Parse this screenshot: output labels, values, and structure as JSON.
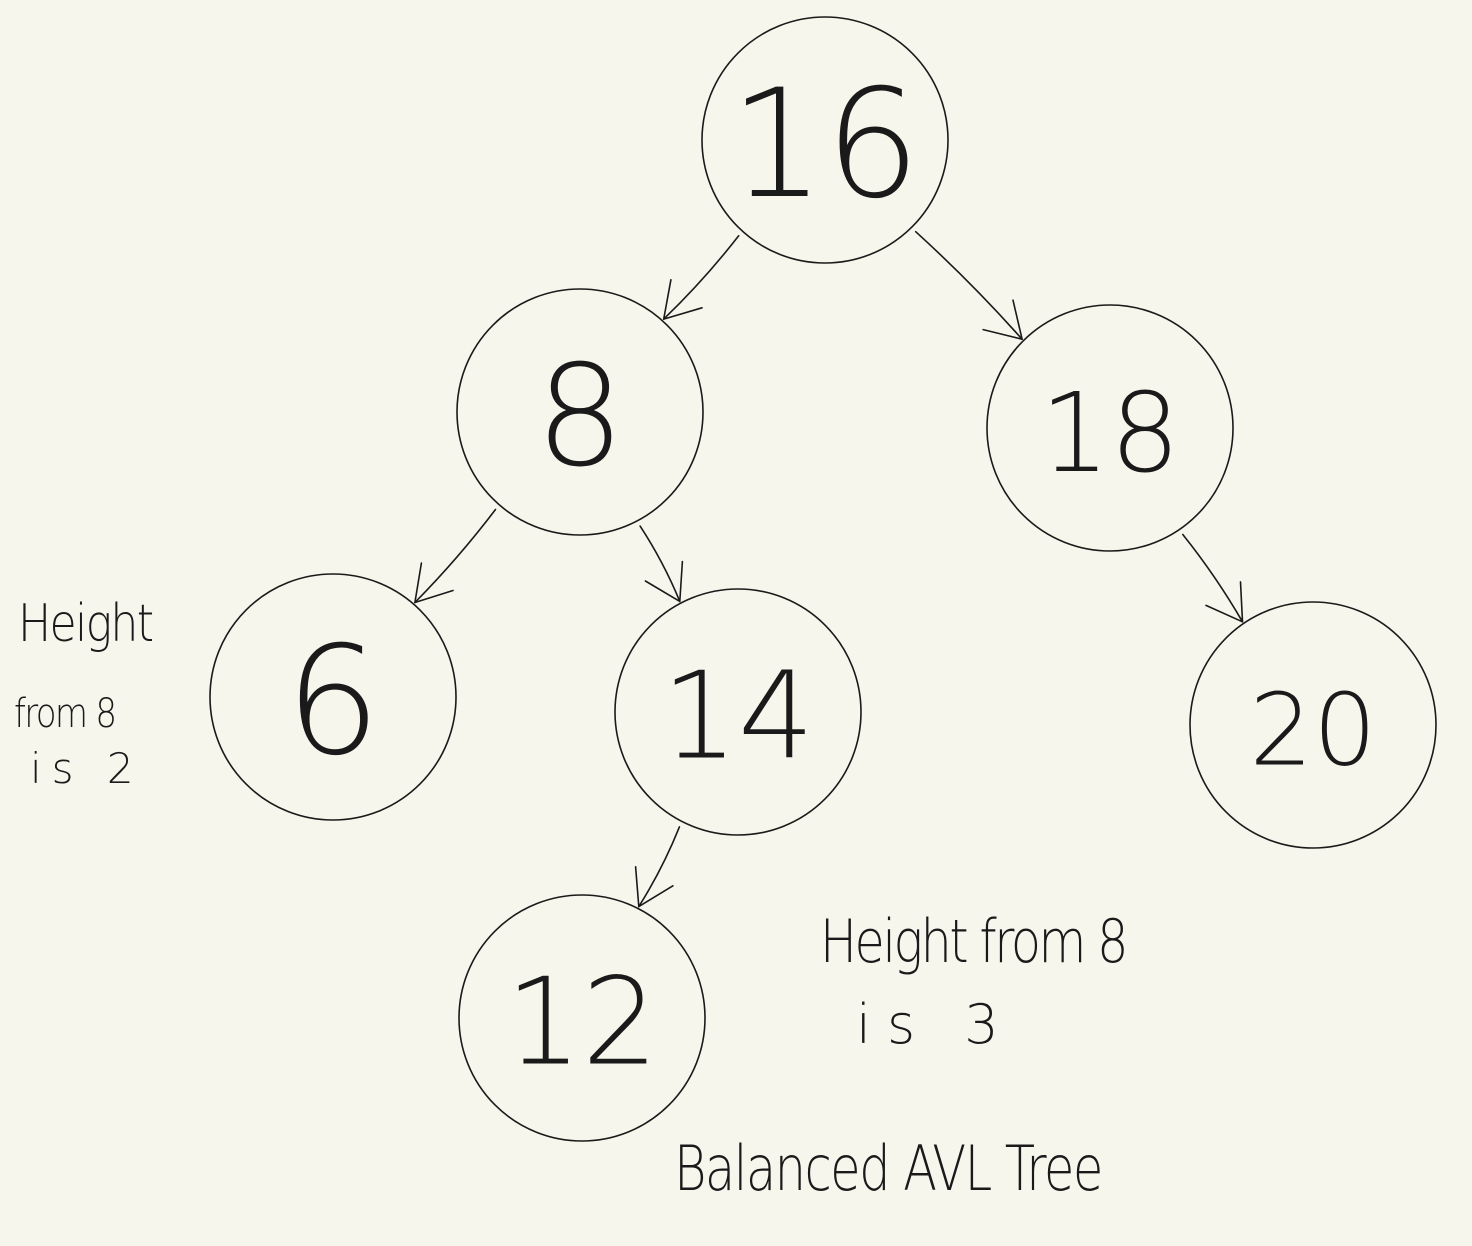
{
  "diagram": {
    "nodes": [
      {
        "id": "n16",
        "label": "16"
      },
      {
        "id": "n8",
        "label": "8"
      },
      {
        "id": "n18",
        "label": "18"
      },
      {
        "id": "n6",
        "label": "6"
      },
      {
        "id": "n14",
        "label": "14"
      },
      {
        "id": "n20",
        "label": "20"
      },
      {
        "id": "n12",
        "label": "12"
      }
    ],
    "edges": [
      {
        "from": "n16",
        "to": "n8"
      },
      {
        "from": "n16",
        "to": "n18"
      },
      {
        "from": "n8",
        "to": "n6"
      },
      {
        "from": "n8",
        "to": "n14"
      },
      {
        "from": "n18",
        "to": "n20"
      },
      {
        "from": "n14",
        "to": "n12"
      }
    ]
  },
  "notes": {
    "left": {
      "line1": "Height",
      "line2": "from 8",
      "line3": "is 2"
    },
    "right": {
      "line1": "Height from 8",
      "line2": "is 3"
    }
  },
  "caption": "Balanced AVL Tree"
}
